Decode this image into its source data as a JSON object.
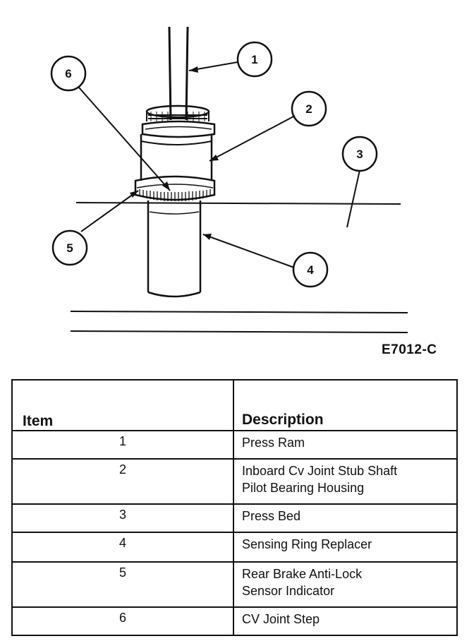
{
  "figure": {
    "code": "E7012-C",
    "callouts": [
      "1",
      "2",
      "3",
      "4",
      "5",
      "6"
    ]
  },
  "legend": {
    "headers": {
      "item": "Item",
      "description": "Description"
    },
    "rows": [
      {
        "item": "1",
        "lines": [
          "Press Ram"
        ]
      },
      {
        "item": "2",
        "lines": [
          "Inboard Cv Joint Stub Shaft",
          "Pilot Bearing Housing"
        ]
      },
      {
        "item": "3",
        "lines": [
          "Press Bed"
        ]
      },
      {
        "item": "4",
        "lines": [
          "Sensing Ring Replacer"
        ]
      },
      {
        "item": "5",
        "lines": [
          "Rear Brake Anti-Lock",
          "Sensor Indicator"
        ]
      },
      {
        "item": "6",
        "lines": [
          "CV Joint Step"
        ]
      }
    ]
  }
}
